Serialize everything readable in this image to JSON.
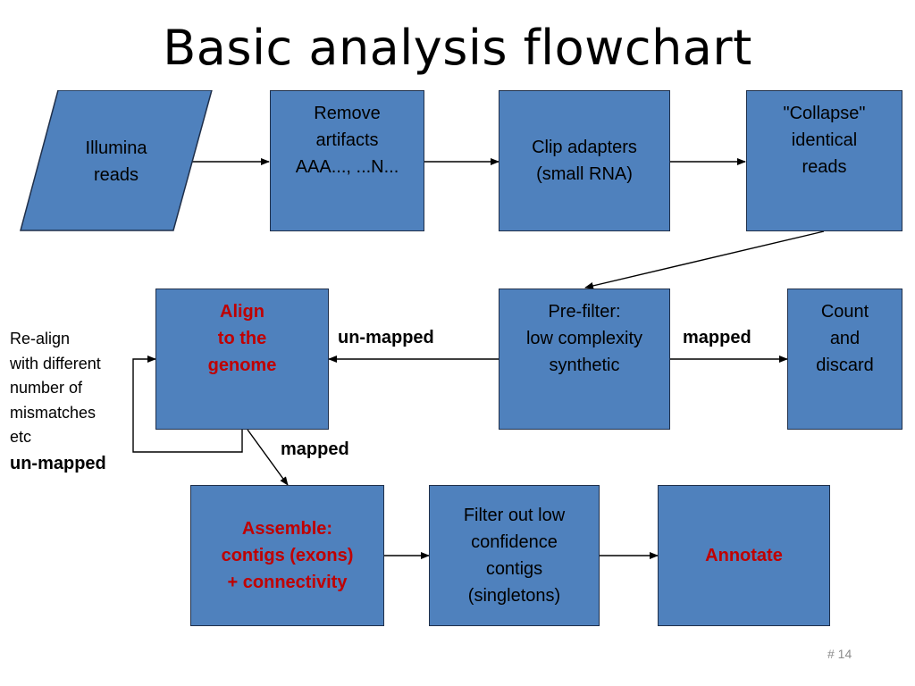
{
  "title": "Basic analysis flowchart",
  "nodes": {
    "illumina": [
      "Illumina",
      "reads"
    ],
    "remove_artifacts": [
      "Remove",
      "artifacts",
      "AAA..., ...N..."
    ],
    "clip_adapters": [
      "Clip adapters",
      "(small RNA)"
    ],
    "collapse": [
      "\"Collapse\"",
      "identical",
      "reads"
    ],
    "align": [
      "Align",
      "to the",
      "genome"
    ],
    "prefilter": [
      "Pre-filter:",
      "low complexity",
      "synthetic"
    ],
    "count_discard": [
      "Count",
      "and",
      "discard"
    ],
    "assemble": [
      "Assemble:",
      "contigs (exons)",
      "+ connectivity"
    ],
    "filter_low": [
      "Filter out low",
      "confidence",
      "contigs",
      "(singletons)"
    ],
    "annotate": [
      "Annotate"
    ]
  },
  "edge_labels": {
    "unmapped_center": "un-mapped",
    "mapped_right": "mapped",
    "mapped_down": "mapped",
    "unmapped_loop": "un-mapped"
  },
  "realign_note": [
    "Re-align",
    "with different",
    "number of",
    "mismatches",
    "etc"
  ],
  "page_number": "# 14",
  "colors": {
    "box_fill": "#4f81bd",
    "box_border": "#1f2f4a",
    "highlight_text": "#c00000",
    "page_number": "#8c8c8c"
  }
}
